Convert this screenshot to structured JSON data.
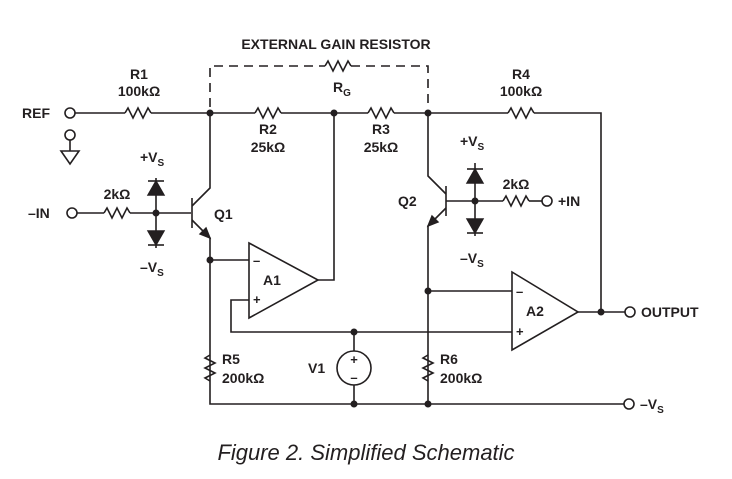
{
  "header": {
    "text": "EXTERNAL GAIN RESISTOR"
  },
  "caption": {
    "text": "Figure 2.  Simplified Schematic"
  },
  "terminals": {
    "ref": "REF",
    "minus_in": "–IN",
    "plus_in": "+IN",
    "output": "OUTPUT",
    "minus_vs_pre": "–V",
    "minus_vs_sub": "S"
  },
  "resistors": {
    "r1": {
      "name": "R1",
      "value": "100kΩ"
    },
    "rg": {
      "name": "R",
      "sub": "G"
    },
    "r2": {
      "name": "R2",
      "value": "25kΩ"
    },
    "r3": {
      "name": "R3",
      "value": "25kΩ"
    },
    "r4": {
      "name": "R4",
      "value": "100kΩ"
    },
    "r5": {
      "name": "R5",
      "value": "200kΩ"
    },
    "r6": {
      "name": "R6",
      "value": "200kΩ"
    },
    "rin_left": {
      "value": "2kΩ"
    },
    "rin_right": {
      "value": "2kΩ"
    }
  },
  "transistors": {
    "q1": "Q1",
    "q2": "Q2"
  },
  "amplifiers": {
    "a1": "A1",
    "a2": "A2",
    "minus": "–",
    "plus": "+"
  },
  "source": {
    "name": "V1",
    "plus": "+",
    "minus": "–"
  },
  "supplies": {
    "plus_pre": "+V",
    "plus_sub": "S",
    "minus_pre": "–V",
    "minus_sub": "S"
  }
}
